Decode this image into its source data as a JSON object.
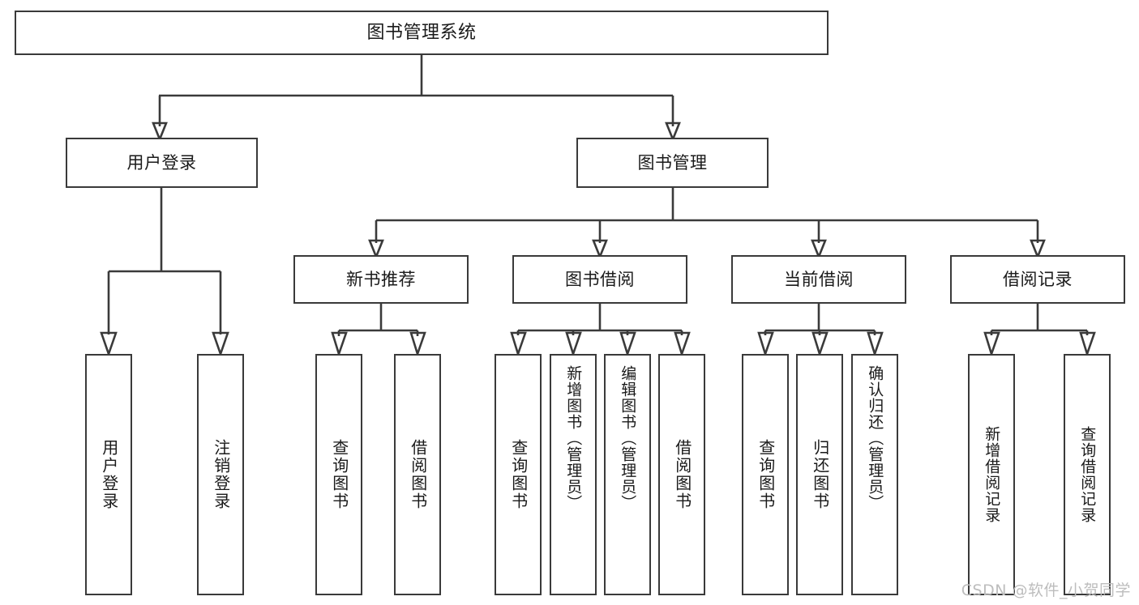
{
  "diagram": {
    "title": "图书管理系统",
    "watermark": "CSDN @软件_小贺同学",
    "colors": {
      "stroke": "#3a3a3a",
      "box_fill": "#ffffff",
      "text": "#1a1a1a",
      "watermark": "#bdbdbd",
      "background": "#ffffff"
    },
    "root": {
      "label": "图书管理系统"
    },
    "level2": [
      {
        "label": "用户登录"
      },
      {
        "label": "图书管理"
      }
    ],
    "level3": [
      {
        "label": "新书推荐"
      },
      {
        "label": "图书借阅"
      },
      {
        "label": "当前借阅"
      },
      {
        "label": "借阅记录"
      }
    ],
    "leaves": {
      "user_login": [
        {
          "label": "用户登录"
        },
        {
          "label": "注销登录"
        }
      ],
      "new_book_recommend": [
        {
          "label": "查询图书"
        },
        {
          "label": "借阅图书"
        }
      ],
      "book_borrow": [
        {
          "label": "查询图书"
        },
        {
          "label": "新增图书（管理员）"
        },
        {
          "label": "编辑图书（管理员）"
        },
        {
          "label": "借阅图书"
        }
      ],
      "current_borrow": [
        {
          "label": "查询图书"
        },
        {
          "label": "归还图书"
        },
        {
          "label": "确认归还（管理员）"
        }
      ],
      "borrow_records": [
        {
          "label": "新增借阅记录"
        },
        {
          "label": "查询借阅记录"
        }
      ]
    }
  }
}
